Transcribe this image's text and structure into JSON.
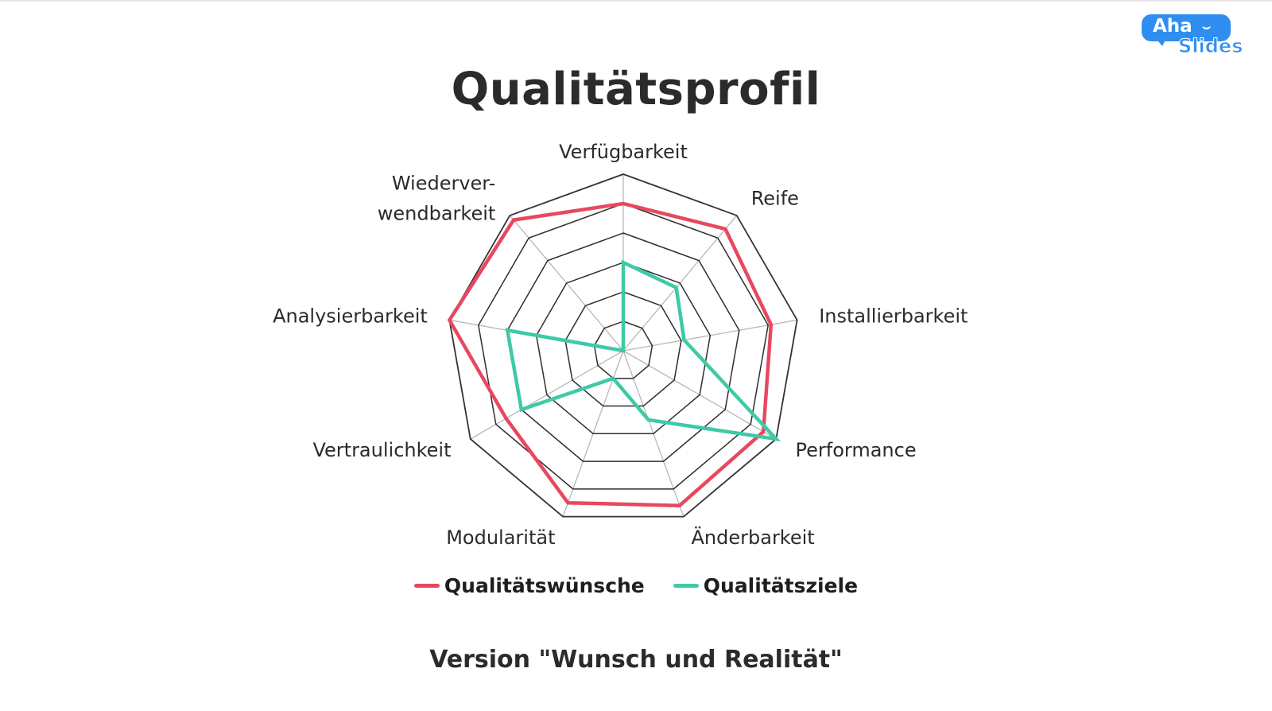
{
  "logo": {
    "text_top": "Aha",
    "text_bottom": "Slides",
    "color": "#2f8ef0"
  },
  "chart_data": {
    "type": "radar",
    "title": "Qualitätsprofil",
    "subtitle": "Version \"Wunsch und Realität\"",
    "axes": [
      "Verfügbarkeit",
      "Reife",
      "Installierbarkeit",
      "Performance",
      "Änderbarkeit",
      "Modularität",
      "Vertraulichkeit",
      "Analysierbarkeit",
      "Wiederver-\nwendbarkeit"
    ],
    "rlim": [
      0,
      6
    ],
    "rings": 6,
    "grid": true,
    "legend_position": "bottom",
    "series": [
      {
        "name": "Qualitätswünsche",
        "color": "#e8485f",
        "values": [
          5,
          5.4,
          5.1,
          5.5,
          5.6,
          5.5,
          4.6,
          6,
          5.8
        ]
      },
      {
        "name": "Qualitätsziele",
        "color": "#3ec9a7",
        "values": [
          3,
          2.8,
          2.1,
          6,
          2.5,
          1,
          4,
          4,
          0
        ]
      }
    ]
  }
}
